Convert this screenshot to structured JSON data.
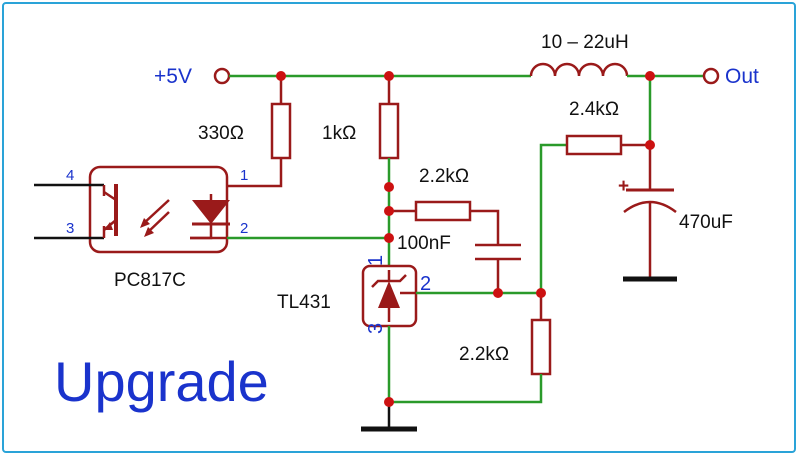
{
  "nets": {
    "vin": "+5V",
    "vout": "Out"
  },
  "components": {
    "r_opto": "330Ω",
    "r_top": "1kΩ",
    "r_fb": "2.2kΩ",
    "r_out": "2.4kΩ",
    "r_bottom": "2.2kΩ",
    "c_comp": "100nF",
    "c_out": "470uF",
    "inductor": "10 – 22uH",
    "opto": "PC817C",
    "regulator": "TL431"
  },
  "pins": {
    "opto_4": "4",
    "opto_3": "3",
    "opto_1": "1",
    "opto_2": "2",
    "tl_1": "1",
    "tl_2": "2",
    "tl_3": "3"
  },
  "plus_sign": "+",
  "caption": "Upgrade"
}
